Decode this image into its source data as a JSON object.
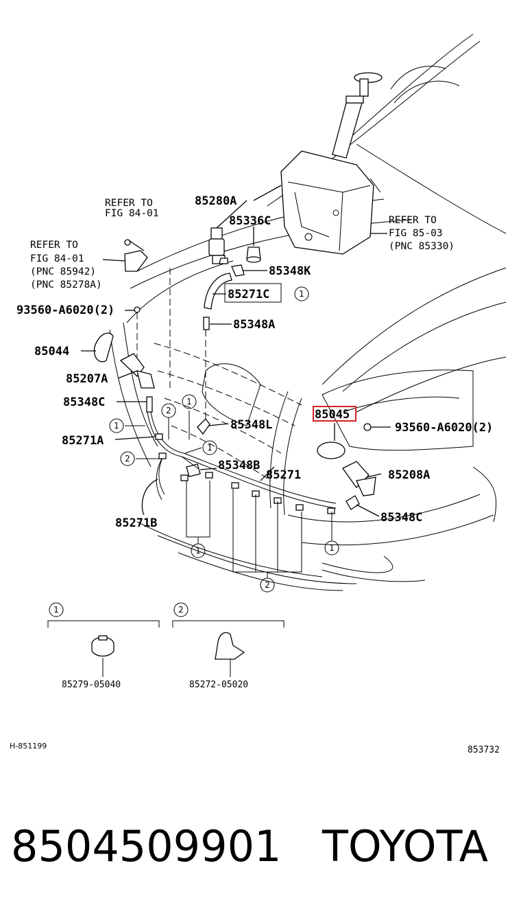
{
  "labels": {
    "p85280A": "85280A",
    "p85336C": "85336C",
    "p85348K": "85348K",
    "p85271C": "85271C",
    "p85348A": "85348A",
    "p85044": "85044",
    "p85207A": "85207A",
    "p85348C_left": "85348C",
    "p85271A": "85271A",
    "p85348L": "85348L",
    "p85348B": "85348B",
    "p85271": "85271",
    "p85271B": "85271B",
    "p85045": "85045",
    "p93560_right": "93560-A6020(2)",
    "p85208A": "85208A",
    "p85348C_right": "85348C",
    "p93560_left": "93560-A6020(2)"
  },
  "refs": {
    "ref1_line1": "REFER TO",
    "ref1_line2": "FIG 84-01",
    "ref2_line1": "REFER TO",
    "ref2_line2": "FIG 84-01",
    "ref2_line3": "(PNC 85942)",
    "ref2_line4": "(PNC 85278A)",
    "ref3_line1": "REFER TO",
    "ref3_line2": "FIG 85-03",
    "ref3_line3": "(PNC 85330)"
  },
  "callouts": {
    "one": "1",
    "two": "2"
  },
  "legend": {
    "item1_num": "1",
    "item1_part": "85279-05040",
    "item2_num": "2",
    "item2_part": "85272-05020"
  },
  "footer": {
    "code_left": "H-851199",
    "code_right": "853732",
    "part_number": "8504509901",
    "brand": "TOYOTA"
  },
  "highlight_color": "#d62020"
}
